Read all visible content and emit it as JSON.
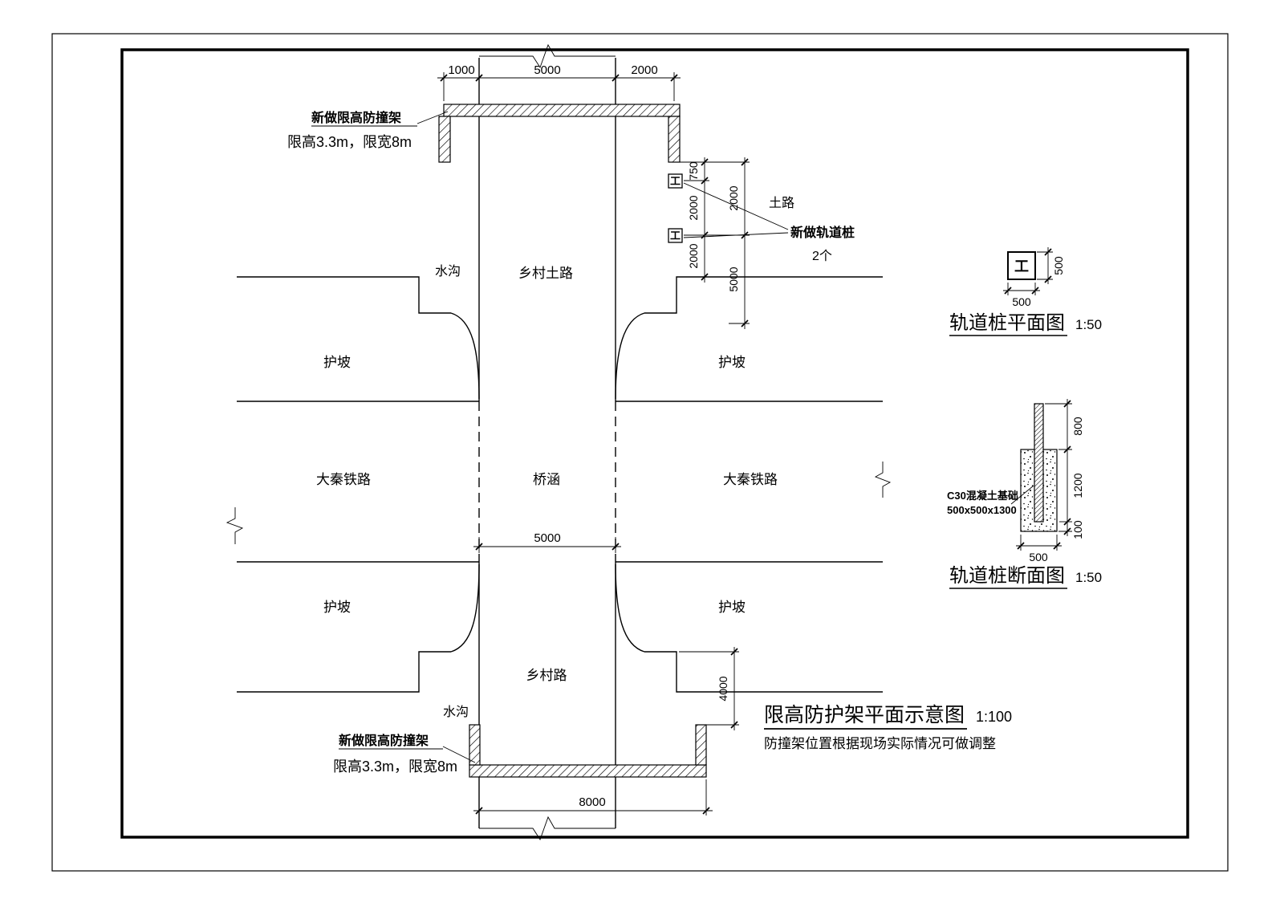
{
  "plan": {
    "pile_glyph": "工",
    "notes": {
      "frame_title": "新做限高防撞架",
      "frame_spec": "限高3.3m，限宽8m",
      "track_pile": "新做轨道桩",
      "pile_count": "2个"
    },
    "areas": {
      "village_dirt_road": "乡村土路",
      "village_road": "乡村路",
      "dirt_road": "土路",
      "ditch": "水沟",
      "slope": "护坡",
      "railway": "大秦铁路",
      "culvert": "桥涵"
    },
    "dims": {
      "top_1000": "1000",
      "top_5000": "5000",
      "top_2000": "2000",
      "right_750": "750",
      "right_2000_a": "2000",
      "right_2000_b": "2000",
      "right_2000_c": "2000",
      "right_5000": "5000",
      "culvert_5000": "5000",
      "lower_4000": "4000",
      "bottom_8000": "8000"
    }
  },
  "pile_plan": {
    "title": "轨道桩平面图",
    "scale": "1:50",
    "dim_width": "500",
    "dim_height": "500"
  },
  "pile_section": {
    "title": "轨道桩断面图",
    "scale": "1:50",
    "dim_800": "800",
    "dim_1200": "1200",
    "dim_100": "100",
    "dim_500": "500",
    "note_line1": "C30混凝土基础",
    "note_line2": "500x500x1300"
  },
  "title_block": {
    "title": "限高防护架平面示意图",
    "scale": "1:100",
    "note": "防撞架位置根据现场实际情况可做调整"
  }
}
